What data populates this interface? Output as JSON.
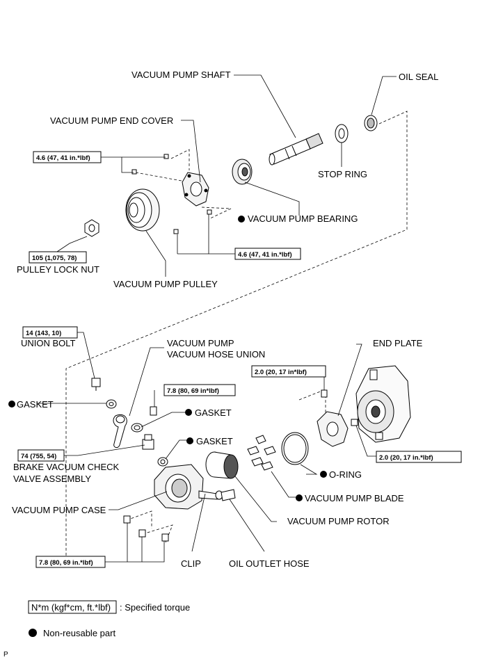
{
  "labels": {
    "vacuum_pump_shaft": "VACUUM PUMP SHAFT",
    "oil_seal": "OIL SEAL",
    "vacuum_pump_end_cover": "VACUUM PUMP END COVER",
    "stop_ring": "STOP RING",
    "vacuum_pump_bearing": "VACUUM PUMP BEARING",
    "pulley_lock_nut": "PULLEY LOCK NUT",
    "vacuum_pump_pulley": "VACUUM PUMP PULLEY",
    "union_bolt": "UNION BOLT",
    "vacuum_hose_union_line1": "VACUUM PUMP",
    "vacuum_hose_union_line2": "VACUUM HOSE UNION",
    "end_plate": "END PLATE",
    "gasket_left": "GASKET",
    "gasket_mid1": "GASKET",
    "gasket_mid2": "GASKET",
    "brake_check_valve_line1": "BRAKE VACUUM CHECK",
    "brake_check_valve_line2": "VALVE ASSEMBLY",
    "o_ring": "O-RING",
    "vacuum_pump_blade": "VACUUM PUMP BLADE",
    "vacuum_pump_case": "VACUUM PUMP CASE",
    "vacuum_pump_rotor": "VACUUM PUMP ROTOR",
    "clip": "CLIP",
    "oil_outlet_hose": "OIL OUTLET HOSE"
  },
  "torques": {
    "end_cover_upper": "4.6 (47, 41 in.*lbf)",
    "end_cover_lower": "4.6 (47, 41 in.*lbf)",
    "pulley_nut": "105 (1,075, 78)",
    "union_bolt": "14 (143, 10)",
    "hose_union_bolt": "7.8 (80, 69 in*lbf)",
    "end_plate_upper": "2.0 (20, 17 in*lbf)",
    "end_plate_right": "2.0 (20, 17 in.*lbf)",
    "check_valve": "74 (755, 54)",
    "case_bolts": "7.8 (80, 69 in.*lbf)"
  },
  "legend": {
    "torque_box": "N*m (kgf*cm, ft.*lbf)",
    "torque_desc": ": Specified torque",
    "nonreusable_desc": "Non-reusable part"
  },
  "footer_mark": "P"
}
